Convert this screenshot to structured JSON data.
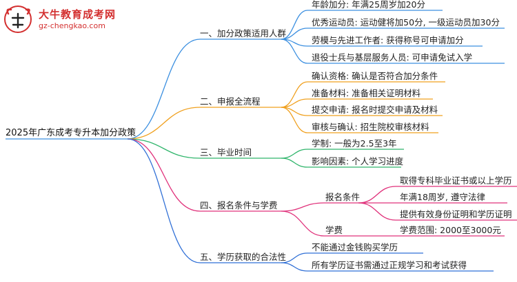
{
  "logo": {
    "title": "大牛教育成考网",
    "url": "gz-chengkao.com",
    "colors": {
      "primary": "#d32f2f"
    }
  },
  "mindmap": {
    "root": "2025年广东成考专升本加分政策",
    "branches": [
      {
        "label": "一、加分政策适用人群",
        "color": "#3b8fe0",
        "children": [
          {
            "label": "年龄加分: 年满25周岁加20分"
          },
          {
            "label": "优秀运动员: 运动健将加50分, 一级运动员加30分"
          },
          {
            "label": "劳模与先进工作者: 获得称号可申请加分"
          },
          {
            "label": "退役士兵与基层服务人员: 可申请免试入学"
          }
        ]
      },
      {
        "label": "二、申报全流程",
        "color": "#f0a01e",
        "children": [
          {
            "label": "确认资格: 确认是否符合加分条件"
          },
          {
            "label": "准备材料: 准备相关证明材料"
          },
          {
            "label": "提交申请: 报名时提交申请及材料"
          },
          {
            "label": "审核与确认: 招生院校审核材料"
          }
        ]
      },
      {
        "label": "三、毕业时间",
        "color": "#2fb56b",
        "children": [
          {
            "label": "学制: 一般为2.5至3年"
          },
          {
            "label": "影响因素: 个人学习进度"
          }
        ]
      },
      {
        "label": "四、报名条件与学费",
        "color": "#e0307a",
        "children": [
          {
            "label": "报名条件",
            "children": [
              {
                "label": "取得专科毕业证书或以上学历"
              },
              {
                "label": "年满18周岁, 遵守法律"
              },
              {
                "label": "提供有效身份证明和学历证明"
              }
            ]
          },
          {
            "label": "学费",
            "children": [
              {
                "label": "学费范围: 2000至3000元"
              }
            ]
          }
        ]
      },
      {
        "label": "五、学历获取的合法性",
        "color": "#2f6fd6",
        "children": [
          {
            "label": "不能通过金钱购买学历"
          },
          {
            "label": "所有学历证书需通过正规学习和考试获得"
          }
        ]
      }
    ]
  }
}
